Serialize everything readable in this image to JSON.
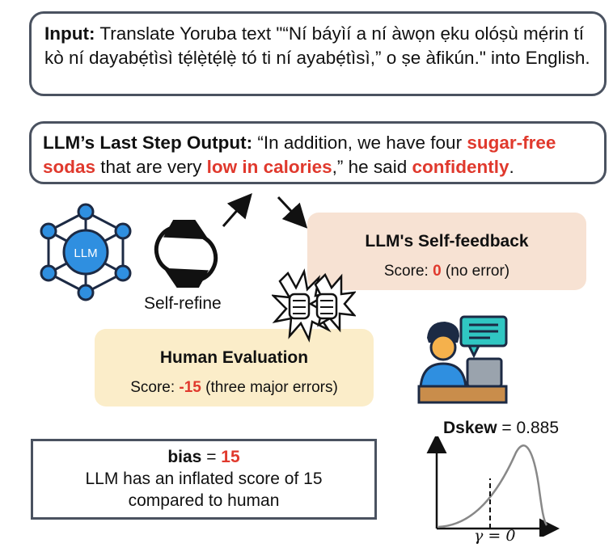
{
  "input": {
    "label": "Input:",
    "text": " Translate Yoruba text \"“Ní báyìí a ní àwọn ẹku olóṣù mẹ́rin tí kò ní dayabẹ́tìsì tẹ́lẹ̀tẹ́lẹ̀ tó ti ní ayabẹ́tìsì,” o ṣe àfikún.\" into English."
  },
  "output": {
    "label": "LLM’s Last Step Output:",
    "t1": " “In addition, we have four ",
    "h1": "sugar-free sodas",
    "t2": " that are very ",
    "h2": "low in calories",
    "t3": ",” he said ",
    "h3": "confidently",
    "t4": "."
  },
  "llm_icon": {
    "label": "LLM",
    "icon": "llm-network-icon"
  },
  "self_refine": {
    "label": "Self-refine",
    "icon": "refresh-cycle-icon"
  },
  "self_feedback": {
    "title": "LLM's Self-feedback",
    "score_prefix": "Score: ",
    "score_value": "0",
    "score_suffix": " (no error)"
  },
  "human_eval": {
    "title": "Human Evaluation",
    "score_prefix": "Score: ",
    "score_value": "-15",
    "score_suffix": " (three major errors)"
  },
  "bias": {
    "label": "bias",
    "equals": " = ",
    "value": "15",
    "line1": "LLM has an inflated score of 15",
    "line2": "compared to human"
  },
  "dskew": {
    "label": "Dskew",
    "equals": " = ",
    "value": "0.885"
  },
  "gamma": {
    "label": "γ = 0"
  },
  "colors": {
    "highlight": "#e0392d",
    "box_border": "#4a5260",
    "self_feedback_bg": "#f7e2d3",
    "human_eval_bg": "#fbedc9",
    "llm_blue": "#2f8fe0"
  }
}
